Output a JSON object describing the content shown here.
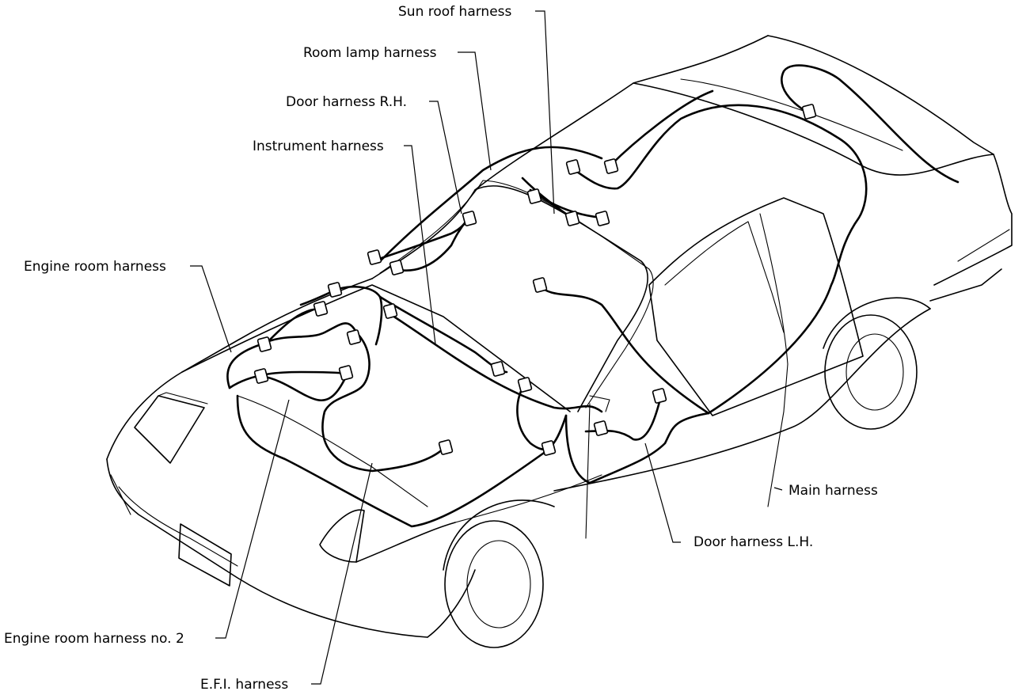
{
  "labels": {
    "sun_roof": "Sun roof harness",
    "room_lamp": "Room lamp harness",
    "door_rh": "Door harness R.H.",
    "instrument": "Instrument harness",
    "engine_room": "Engine room harness",
    "main": "Main harness",
    "door_lh": "Door harness L.H.",
    "engine_room_no2": "Engine room harness no. 2",
    "efi": "E.F.I. harness"
  }
}
